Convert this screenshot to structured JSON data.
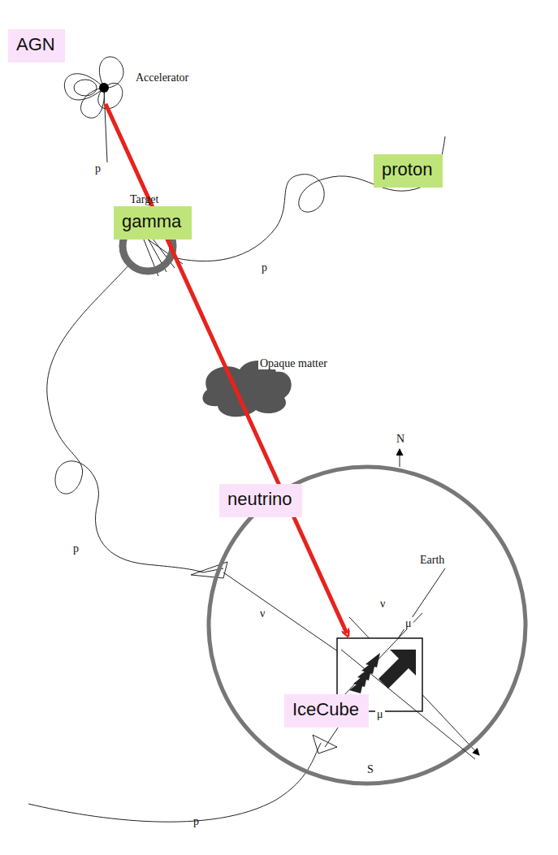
{
  "diagram": {
    "nodes": [
      {
        "text": [
          "AGN"
        ]
      },
      {
        "text": [
          "proton"
        ]
      },
      {
        "text": [
          "gamma"
        ]
      },
      {
        "text": [
          "neutrino"
        ]
      },
      {
        "text": [
          "IceCube"
        ]
      }
    ],
    "labels": [
      "Accelerator",
      "p",
      "Target",
      "p",
      "Opaque matter",
      "N",
      "Earth",
      "p",
      "ν",
      "ν",
      "μ",
      "μ",
      "S",
      "p"
    ]
  }
}
